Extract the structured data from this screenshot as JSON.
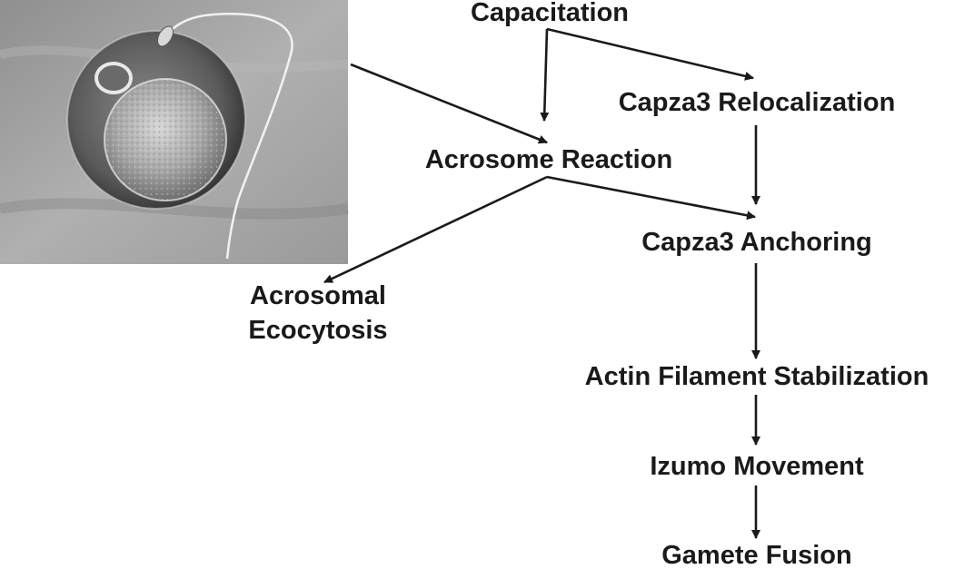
{
  "nodes": {
    "capacitation": "Capacitation",
    "capza3_relocalization": "Capza3 Relocalization",
    "acrosome_reaction": "Acrosome Reaction",
    "capza3_anchoring": "Capza3 Anchoring",
    "acrosomal_exocytosis_line1": "Acrosomal",
    "acrosomal_exocytosis_line2": "Ecocytosis",
    "actin_filament_stabilization": "Actin Filament Stabilization",
    "izumo_movement": "Izumo Movement",
    "gamete_fusion": "Gamete Fusion"
  },
  "edges": [
    {
      "from": "capacitation",
      "to": "acrosome_reaction"
    },
    {
      "from": "capacitation",
      "to": "capza3_relocalization"
    },
    {
      "from": "egg_sperm_photo",
      "to": "acrosome_reaction"
    },
    {
      "from": "acrosome_reaction",
      "to": "capza3_anchoring"
    },
    {
      "from": "acrosome_reaction",
      "to": "acrosomal_exocytosis"
    },
    {
      "from": "capza3_relocalization",
      "to": "capza3_anchoring"
    },
    {
      "from": "capza3_anchoring",
      "to": "actin_filament_stabilization"
    },
    {
      "from": "actin_filament_stabilization",
      "to": "izumo_movement"
    },
    {
      "from": "izumo_movement",
      "to": "gamete_fusion"
    }
  ],
  "colors": {
    "text": "#1a1a1a",
    "arrow": "#1a1a1a",
    "photo_background": "#a3a3a3"
  }
}
